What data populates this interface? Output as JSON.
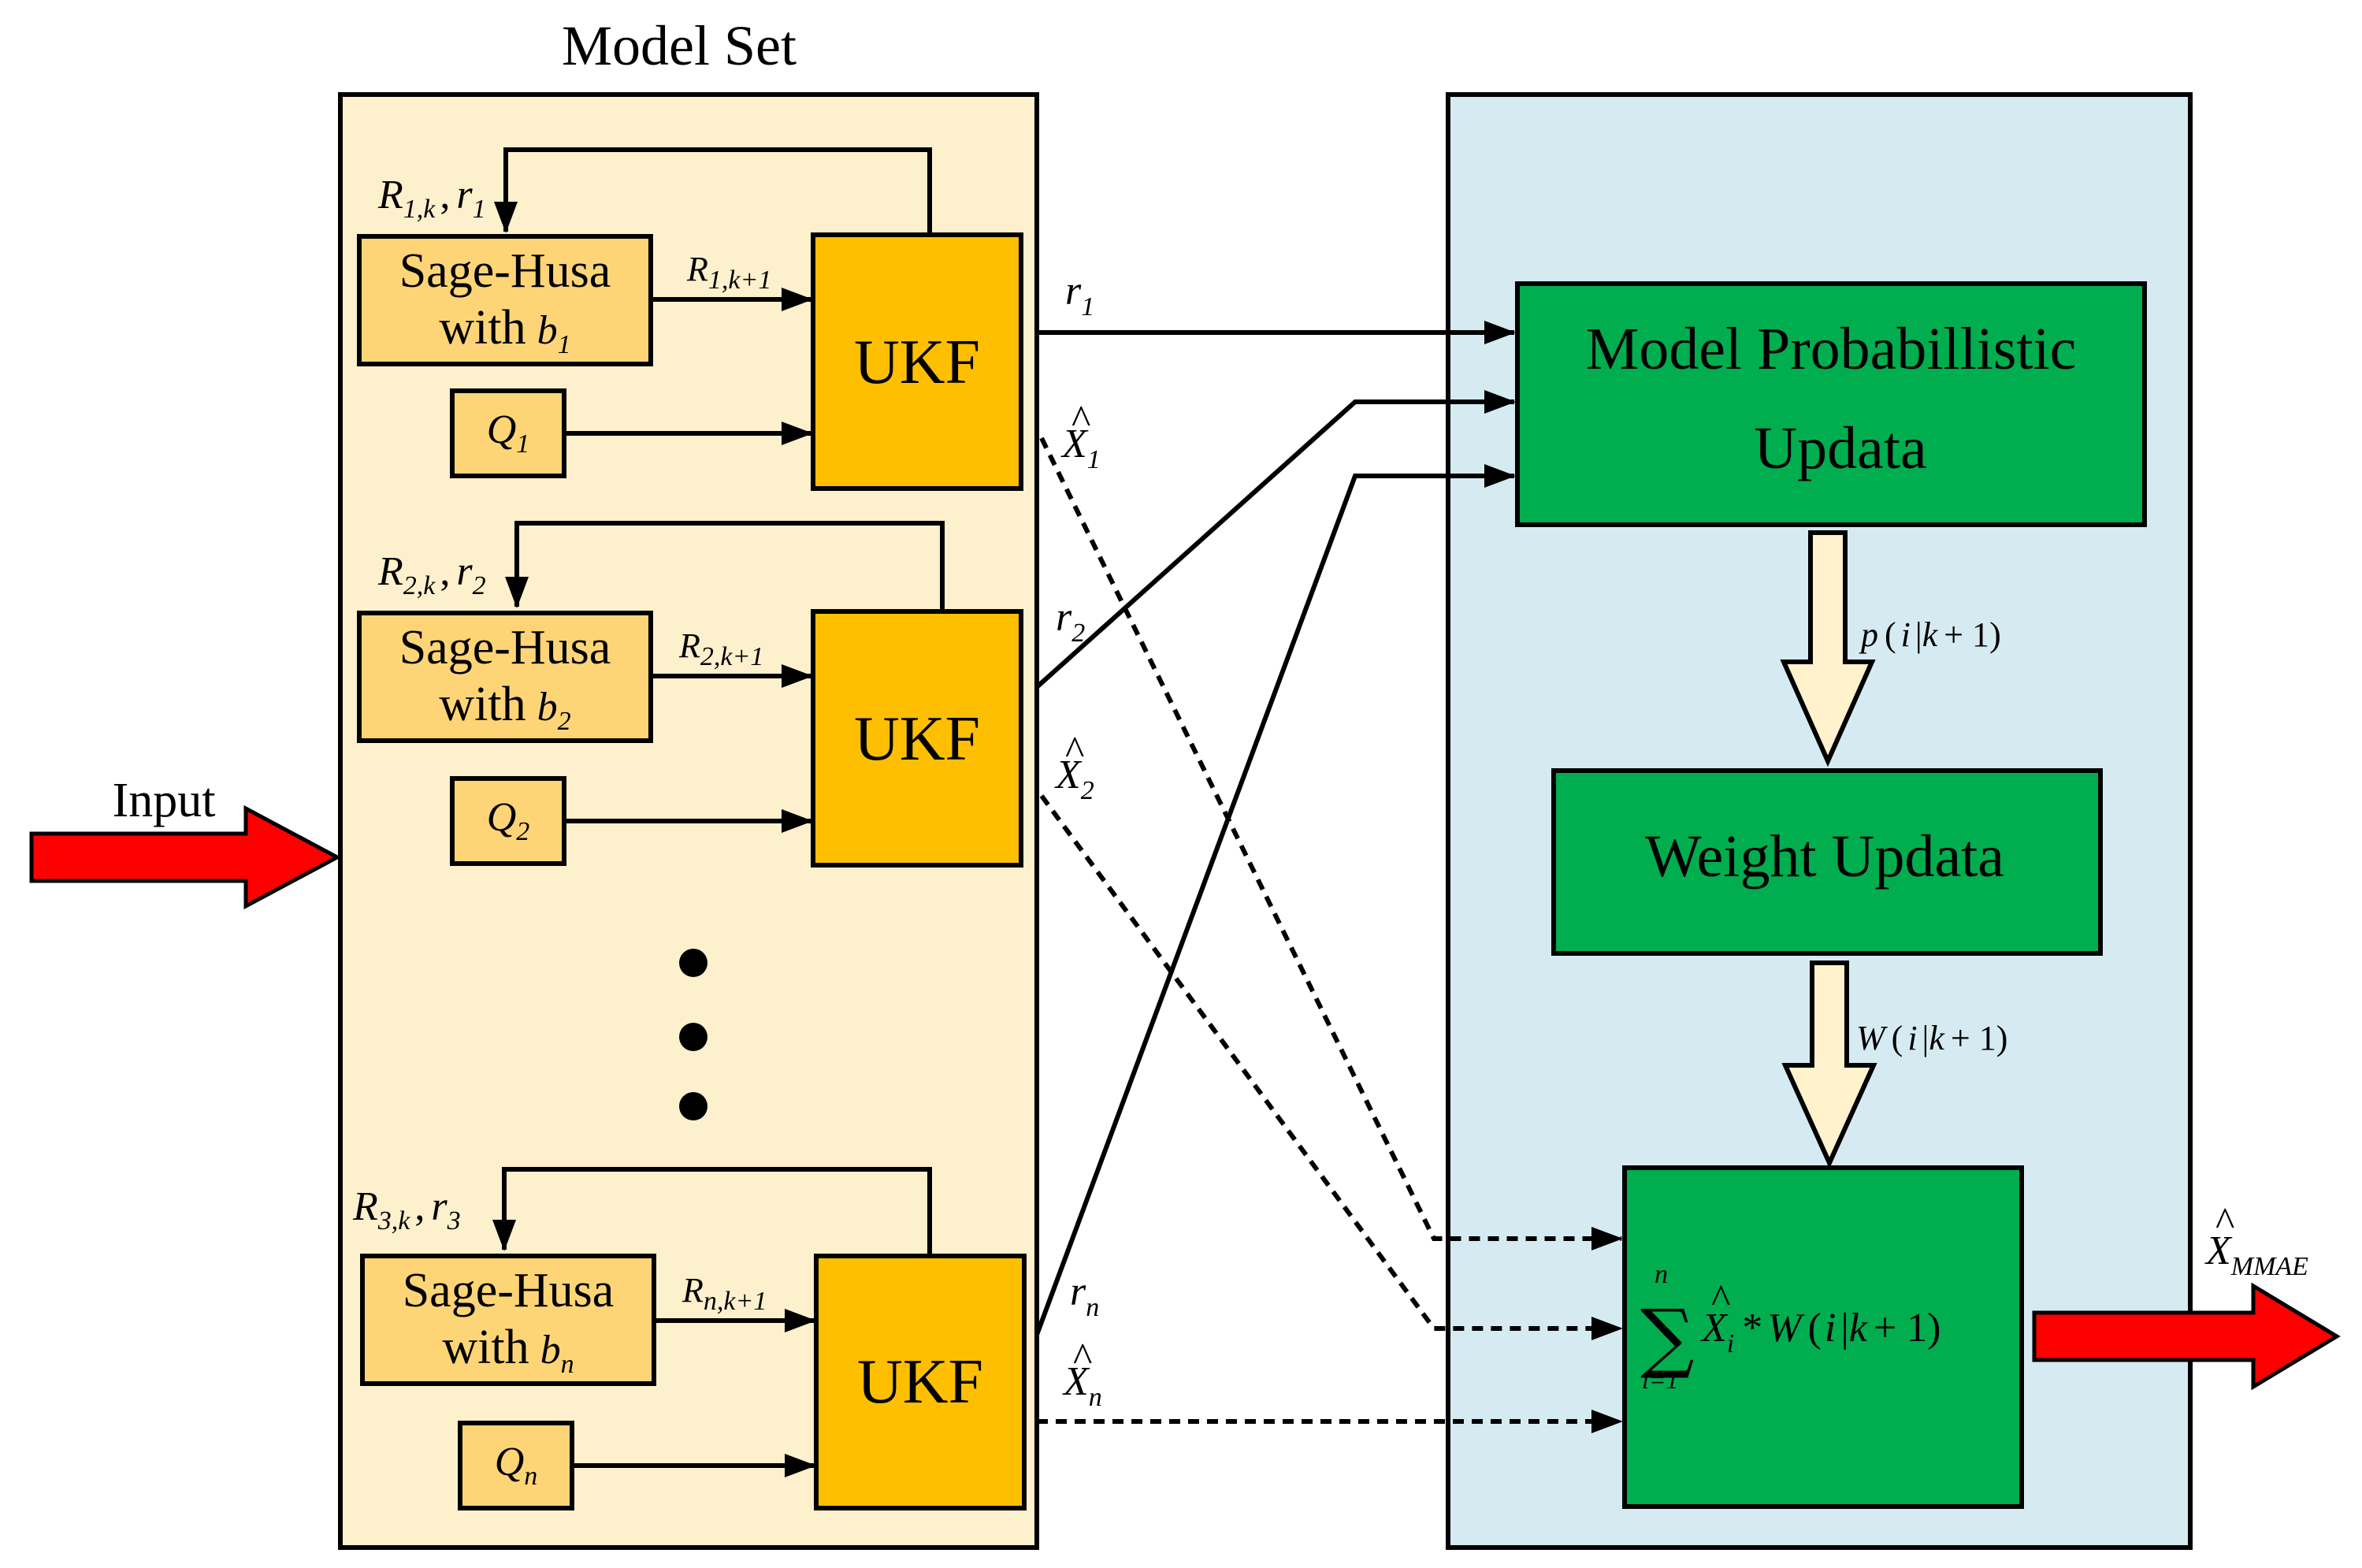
{
  "colors": {
    "model_set_bg": "#fdf0cc",
    "right_panel_bg": "#d6ebf1",
    "sage_husa_fill": "#fdd576",
    "q_fill": "#fdd576",
    "ukf_fill": "#fdbf00",
    "green_fill": "#00ad4f",
    "down_arrow_fill": "#fff2cc",
    "red_arrow_fill": "#ff0000",
    "stroke": "#000000"
  },
  "title": "Model Set",
  "input_label": "Input",
  "sage_husa_label": "Sage-Husa",
  "with_label": "with",
  "ukf_label": "UKF",
  "models": [
    {
      "b": "b",
      "b_sub": "1",
      "q": "Q",
      "q_sub": "1",
      "R_top": "R",
      "R_top_sub": "1,k",
      "r_top": "r",
      "r_top_sub": "1",
      "R_next": "R",
      "R_next_sub": "1,k+1",
      "r_out": "r",
      "r_out_sub": "1",
      "x_hat": "X",
      "x_hat_sub": "1"
    },
    {
      "b": "b",
      "b_sub": "2",
      "q": "Q",
      "q_sub": "2",
      "R_top": "R",
      "R_top_sub": "2,k",
      "r_top": "r",
      "r_top_sub": "2",
      "R_next": "R",
      "R_next_sub": "2,k+1",
      "r_out": "r",
      "r_out_sub": "2",
      "x_hat": "X",
      "x_hat_sub": "2"
    },
    {
      "b": "b",
      "b_sub": "n",
      "q": "Q",
      "q_sub": "n",
      "R_top": "R",
      "R_top_sub": "3,k",
      "r_top": "r",
      "r_top_sub": "3",
      "R_next": "R",
      "R_next_sub": "n,k+1",
      "r_out": "r",
      "r_out_sub": "n",
      "x_hat": "X",
      "x_hat_sub": "n"
    }
  ],
  "comma": ",",
  "model_prob_line1": "Model Probabillistic",
  "model_prob_line2": "Updata",
  "weight_update": "Weight Updata",
  "p_label": {
    "fn": "p",
    "open": "(",
    "i": "i",
    "bar": "|",
    "k": "k",
    "plus_one": "+ 1",
    "close": ")"
  },
  "w_label": {
    "fn": "W",
    "open": "(",
    "i": "i",
    "bar": "|",
    "k": "k",
    "plus_one": "+ 1",
    "close": ")"
  },
  "sum_formula": {
    "sigma": "∑",
    "upper": "n",
    "lower": "i=1",
    "x": "X",
    "x_sub": "i",
    "times": "*",
    "w": "W",
    "open": "(",
    "i": "i",
    "bar": "|",
    "k": "k",
    "plus_one": "+ 1",
    "close": ")"
  },
  "output_label": {
    "x": "X",
    "sub": "MMAE"
  },
  "hat": "^"
}
